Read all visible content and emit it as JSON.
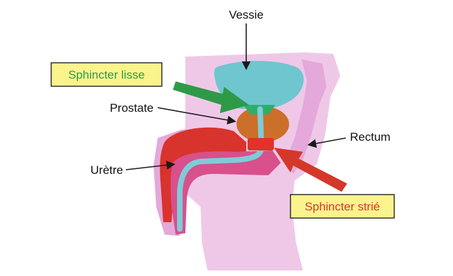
{
  "labels": {
    "vessie": "Vessie",
    "sphincter_lisse": "Sphincter lisse",
    "prostate": "Prostate",
    "rectum": "Rectum",
    "uretre": "Urètre",
    "sphincter_strie": "Sphincter strié"
  },
  "colors": {
    "body_light": "#efc8e8",
    "body_mid": "#e4a8da",
    "bladder": "#6fc6cf",
    "sphincter_lisse": "#2fae6a",
    "prostate": "#cc6f2a",
    "urethra": "#7fcbd8",
    "penis_red": "#d8332d",
    "penis_pink": "#d8508c",
    "sphincter_strie": "#e2322a",
    "box_fill": "#fbf38c",
    "arrow_green": "#2e9a48",
    "arrow_red": "#d4382b",
    "text_green": "#2e9a48",
    "text_red": "#d4382b"
  }
}
